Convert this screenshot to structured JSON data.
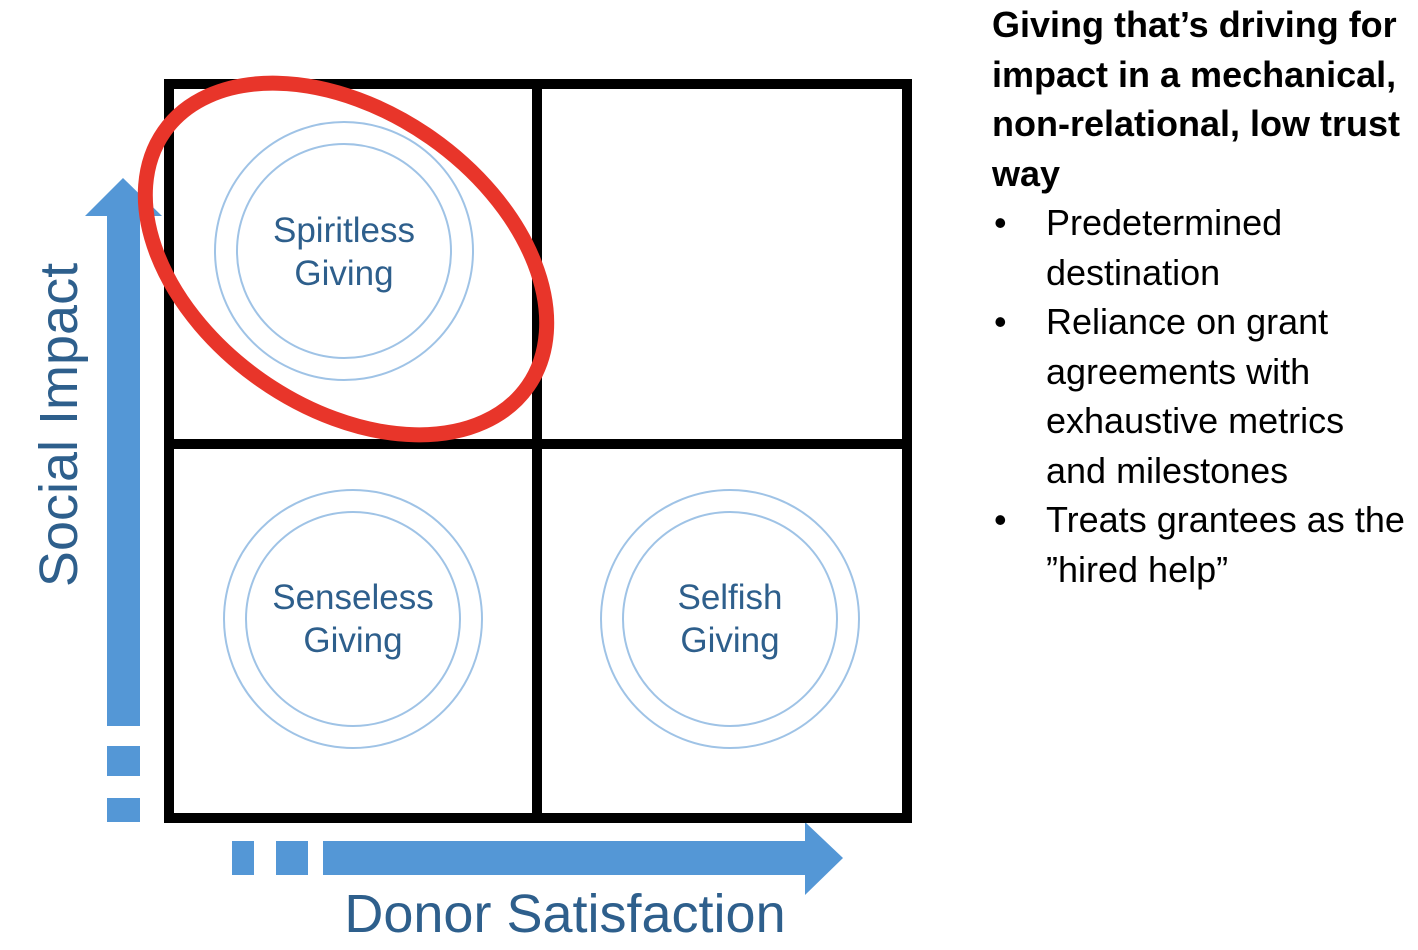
{
  "quadrants": {
    "top_left": {
      "line1": "Spiritless",
      "line2": "Giving"
    },
    "bottom_left": {
      "line1": "Senseless",
      "line2": "Giving"
    },
    "bottom_right": {
      "line1": "Selfish",
      "line2": "Giving"
    }
  },
  "axes": {
    "y_label": "Social Impact",
    "x_label": "Donor Satisfaction"
  },
  "side_panel": {
    "heading": "Giving that’s driving for impact in a mechanical, non-relational, low trust way",
    "bullets": [
      "Predetermined destination",
      "Reliance on grant agreements with exhaustive metrics and milestones",
      "Treats grantees as the ”hired help”"
    ]
  },
  "colors": {
    "arrow": "#5497d6",
    "grid": "#000000",
    "circle": "#9fc3e6",
    "highlight": "#e8352a",
    "label": "#2e5f8c"
  },
  "icons": {
    "bullet": "•"
  }
}
